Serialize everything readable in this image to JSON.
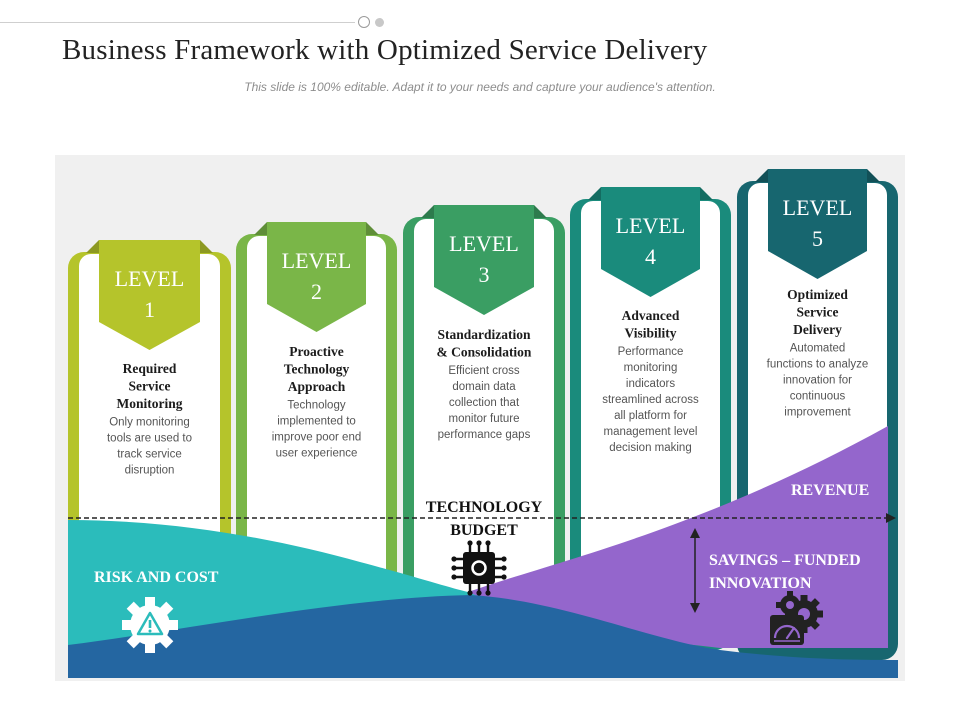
{
  "header": {
    "title": "Business Framework with Optimized Service Delivery",
    "subtitle": "This slide is 100% editable. Adapt it to your needs and capture your audience's attention."
  },
  "levels": [
    {
      "badge_word": "LEVEL",
      "badge_num": "1",
      "title_lines": [
        "Required",
        "Service",
        "Monitoring"
      ],
      "desc_lines": [
        "Only monitoring",
        "tools are used to",
        "track service",
        "disruption"
      ],
      "color": "#b5c42b"
    },
    {
      "badge_word": "LEVEL",
      "badge_num": "2",
      "title_lines": [
        "Proactive",
        "Technology",
        "Approach"
      ],
      "desc_lines": [
        "Technology",
        "implemented to",
        "improve poor end",
        "user experience"
      ],
      "color": "#7ab648"
    },
    {
      "badge_word": "LEVEL",
      "badge_num": "3",
      "title_lines": [
        "Standardization",
        "& Consolidation"
      ],
      "desc_lines": [
        "Efficient cross",
        "domain data",
        "collection that",
        "monitor future",
        "performance gaps"
      ],
      "color": "#3a9e63"
    },
    {
      "badge_word": "LEVEL",
      "badge_num": "4",
      "title_lines": [
        "Advanced",
        "Visibility"
      ],
      "desc_lines": [
        "Performance",
        "monitoring",
        "indicators",
        "streamlined across",
        "all platform for",
        "management level",
        "decision making"
      ],
      "color": "#1a8b7c"
    },
    {
      "badge_word": "LEVEL",
      "badge_num": "5",
      "title_lines": [
        "Optimized",
        "Service",
        "Delivery"
      ],
      "desc_lines": [
        "Automated",
        "functions to analyze",
        "innovation for",
        "continuous",
        "improvement"
      ],
      "color": "#17666f"
    }
  ],
  "labels": {
    "risk": "RISK AND COST",
    "tech_line1": "TECHNOLOGY",
    "tech_line2": "BUDGET",
    "revenue": "REVENUE",
    "savings_line1": "SAVINGS – FUNDED",
    "savings_line2": "INNOVATION"
  },
  "icons": {
    "risk": "gear-warning-icon",
    "tech": "chip-icon",
    "savings": "dashboard-gears-icon"
  },
  "colors": {
    "teal_area": "#2bbcbb",
    "blue_area": "#2466a1",
    "purple_area": "#9466cc"
  }
}
